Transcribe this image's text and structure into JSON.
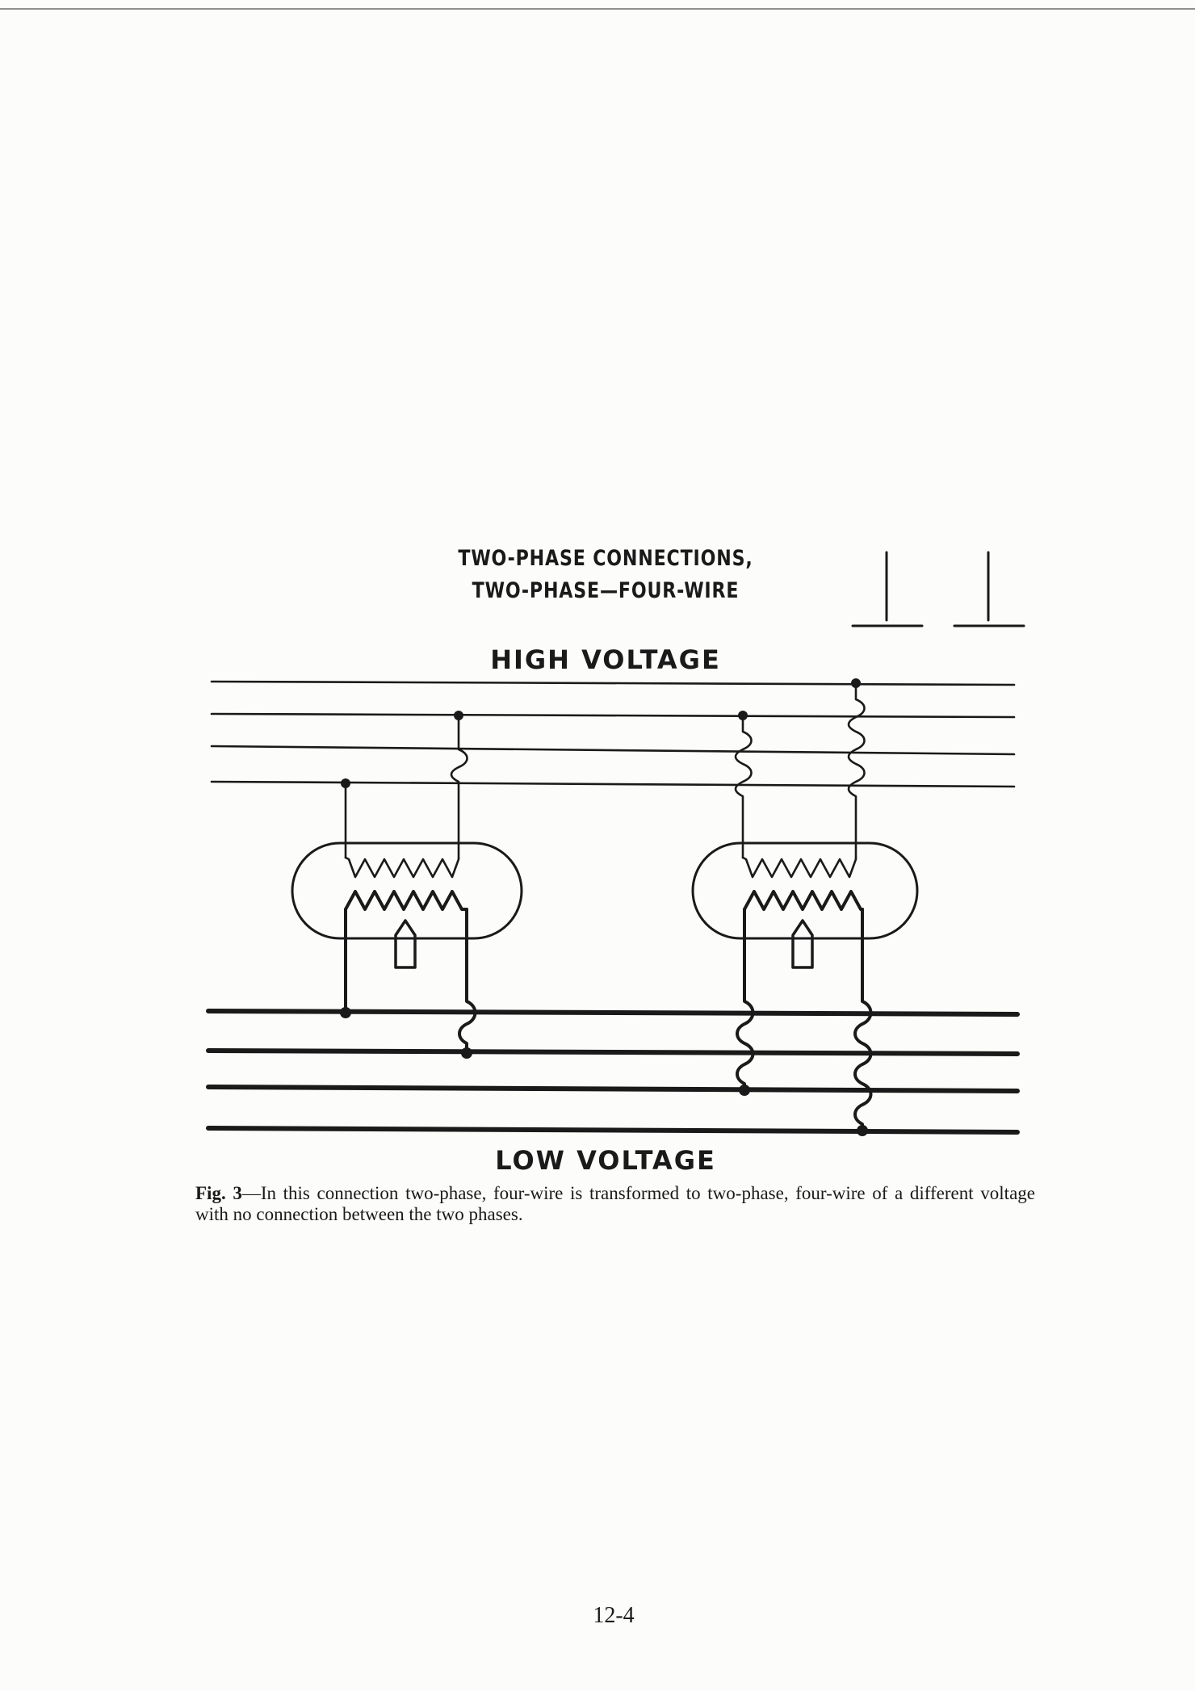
{
  "title": {
    "line1": "TWO-PHASE CONNECTIONS,",
    "line2": "TWO-PHASE—FOUR-WIRE"
  },
  "labels": {
    "high_voltage": "HIGH VOLTAGE",
    "low_voltage": "LOW VOLTAGE"
  },
  "caption": {
    "fig": "Fig. 3",
    "text": "—In this connection two-phase, four-wire is transformed to two-phase, four-wire of a different voltage with no connection between the two phases."
  },
  "page_number": "12-4",
  "colors": {
    "ink": "#1a1a1a",
    "paper": "#fcfcfa"
  }
}
